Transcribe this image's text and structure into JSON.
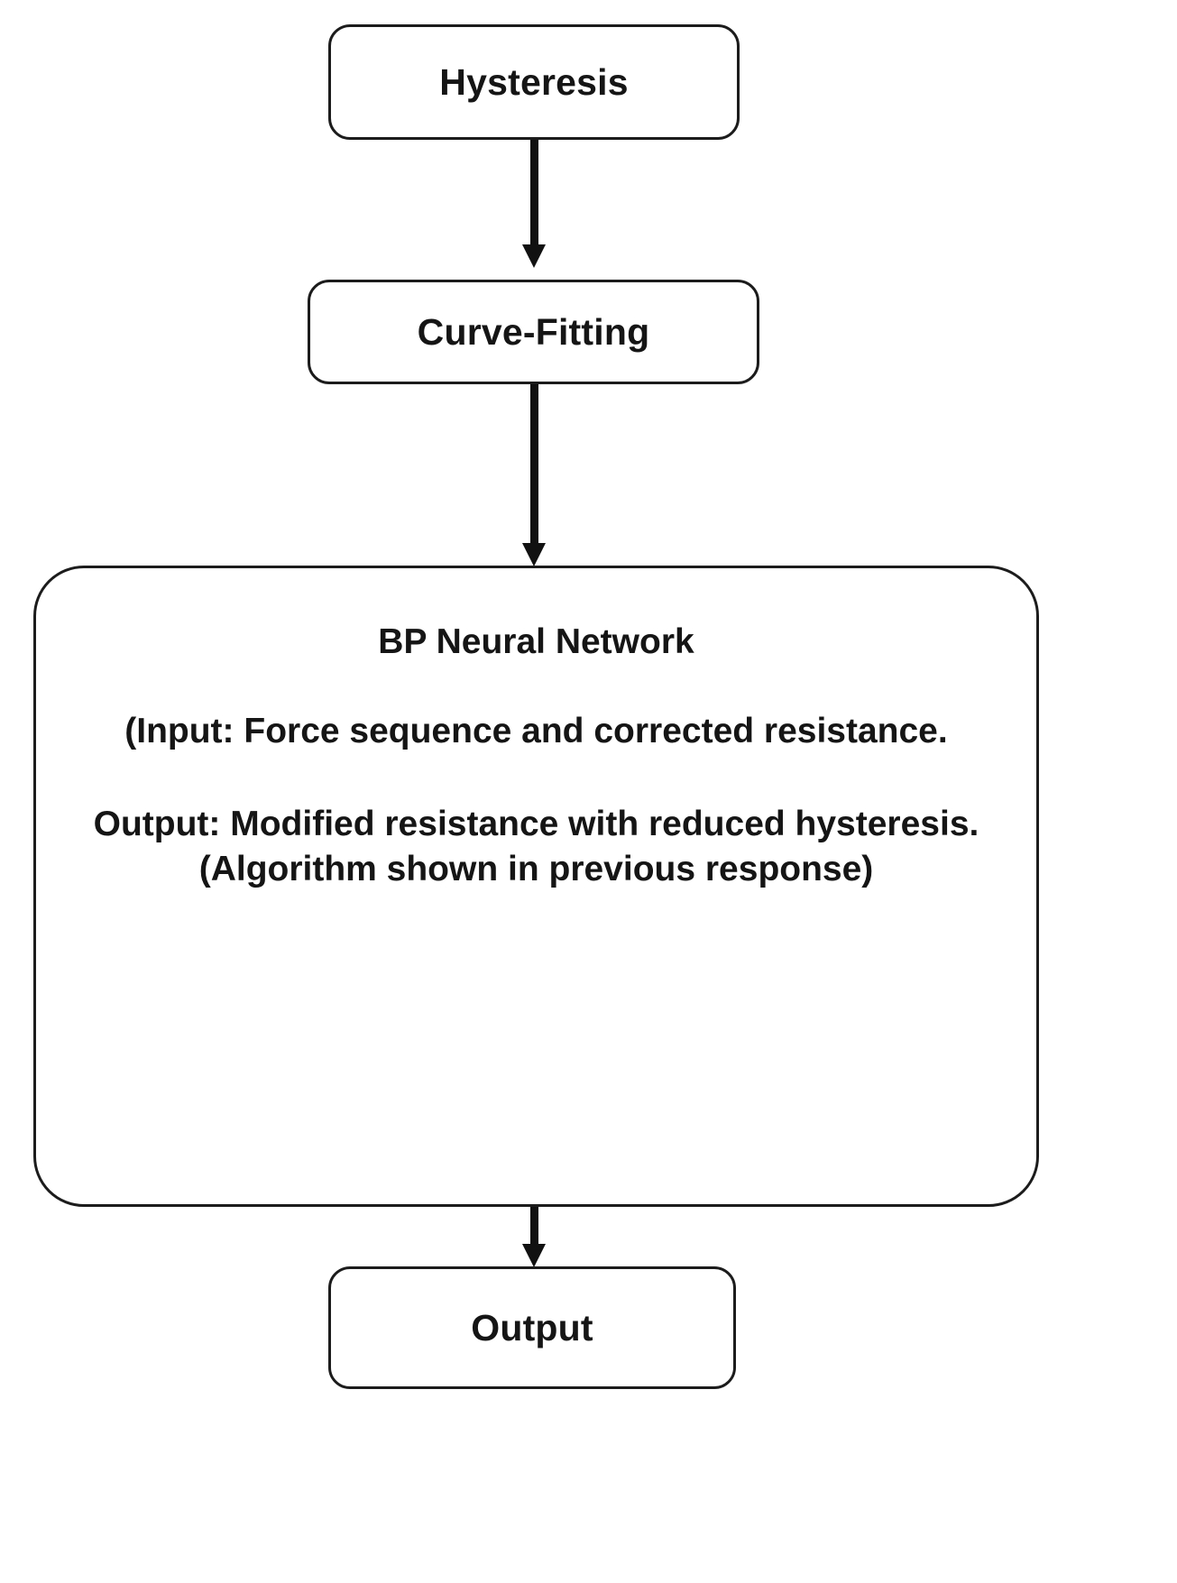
{
  "diagram": {
    "type": "flowchart",
    "orientation": "top-to-bottom",
    "background_color": "#ffffff",
    "line_color": "#111111",
    "text_color": "#151515",
    "nodes": [
      {
        "id": "hysteresis",
        "shape": "rounded-rectangle",
        "label": "Hysteresis"
      },
      {
        "id": "curve-fitting",
        "shape": "rounded-rectangle",
        "label": "Curve-Fitting"
      },
      {
        "id": "bp-neural-network",
        "shape": "rounded-rectangle",
        "title": "BP Neural Network",
        "paragraph_1": "(Input: Force sequence and corrected resistance.",
        "paragraph_2": "Output: Modified resistance with reduced hysteresis. (Algorithm shown in previous response)"
      },
      {
        "id": "output",
        "shape": "rounded-rectangle",
        "label": "Output"
      }
    ],
    "edges": [
      {
        "id": "edge-1",
        "from": "hysteresis",
        "to": "curve-fitting",
        "style": "solid-arrow"
      },
      {
        "id": "edge-2",
        "from": "curve-fitting",
        "to": "bp-neural-network",
        "style": "solid-arrow"
      },
      {
        "id": "edge-3",
        "from": "bp-neural-network",
        "to": "output",
        "style": "solid-arrow"
      }
    ]
  }
}
